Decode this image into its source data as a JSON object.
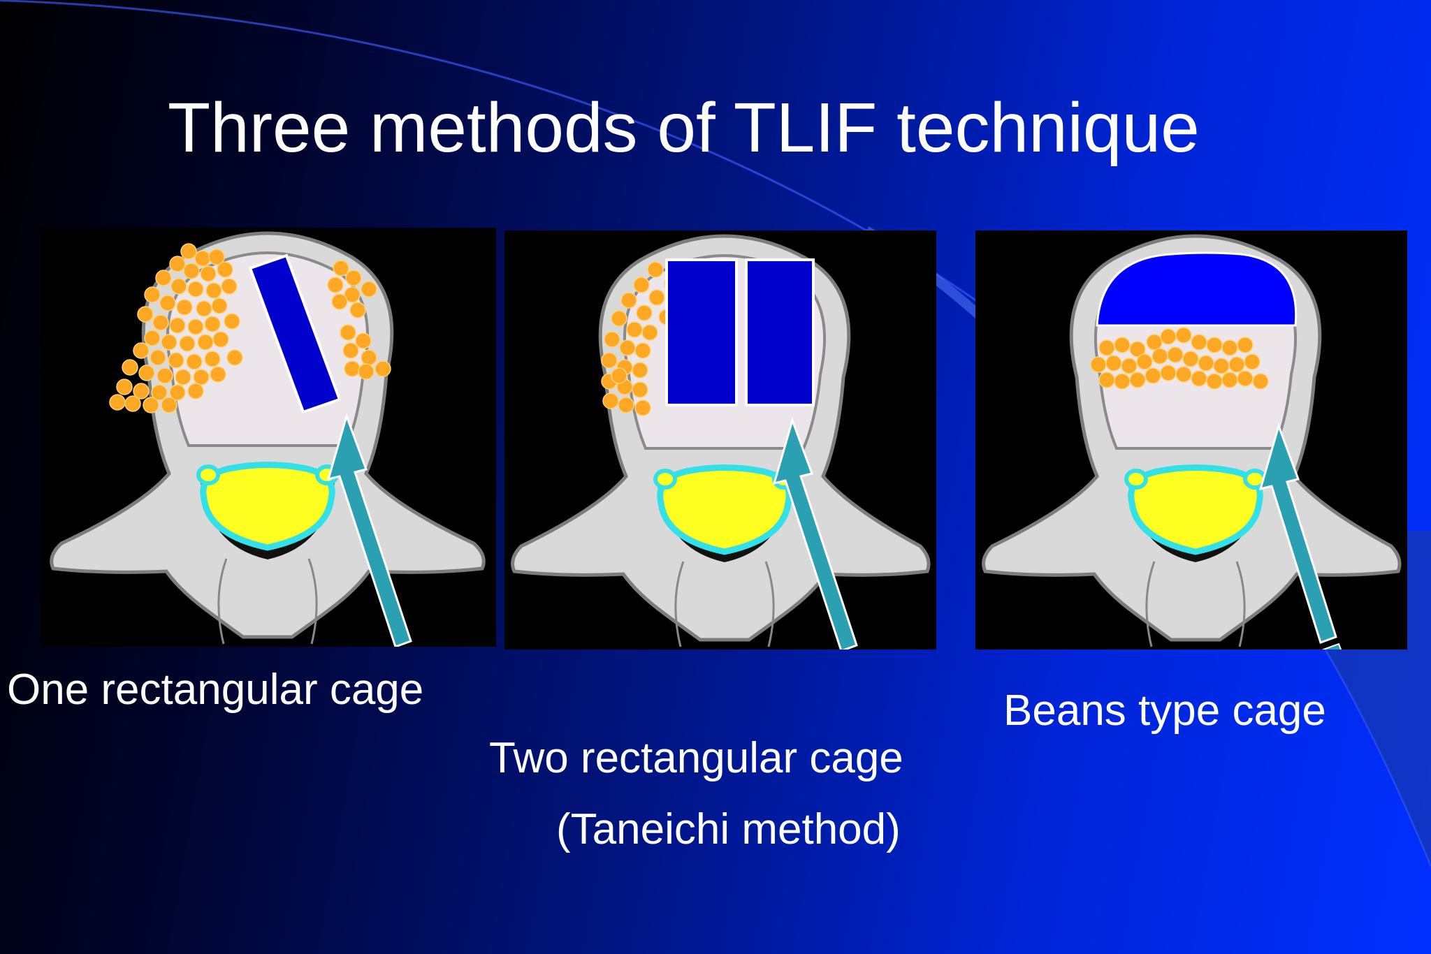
{
  "slide": {
    "title": "Three methods of TLIF technique",
    "colors": {
      "background_dark": "#000000",
      "background_bright": "#0030ff",
      "bone": "#d9d9d9",
      "disc": "#ece6ea",
      "graft": "#fca825",
      "cage": "#0000cc",
      "spinal_cord": "#ffff22",
      "dura": "#33e0e8",
      "approach_arrow": "#2aa0b2"
    }
  },
  "panels": [
    {
      "caption": "One rectangular cage",
      "cage_icon": "single-rectangular-cage-icon"
    },
    {
      "caption_lines": [
        "Two rectangular cage",
        "(Taneichi method)"
      ],
      "cage_icon": "double-rectangular-cage-icon"
    },
    {
      "caption": "Beans type cage",
      "cage_icon": "beans-type-cage-icon"
    }
  ]
}
